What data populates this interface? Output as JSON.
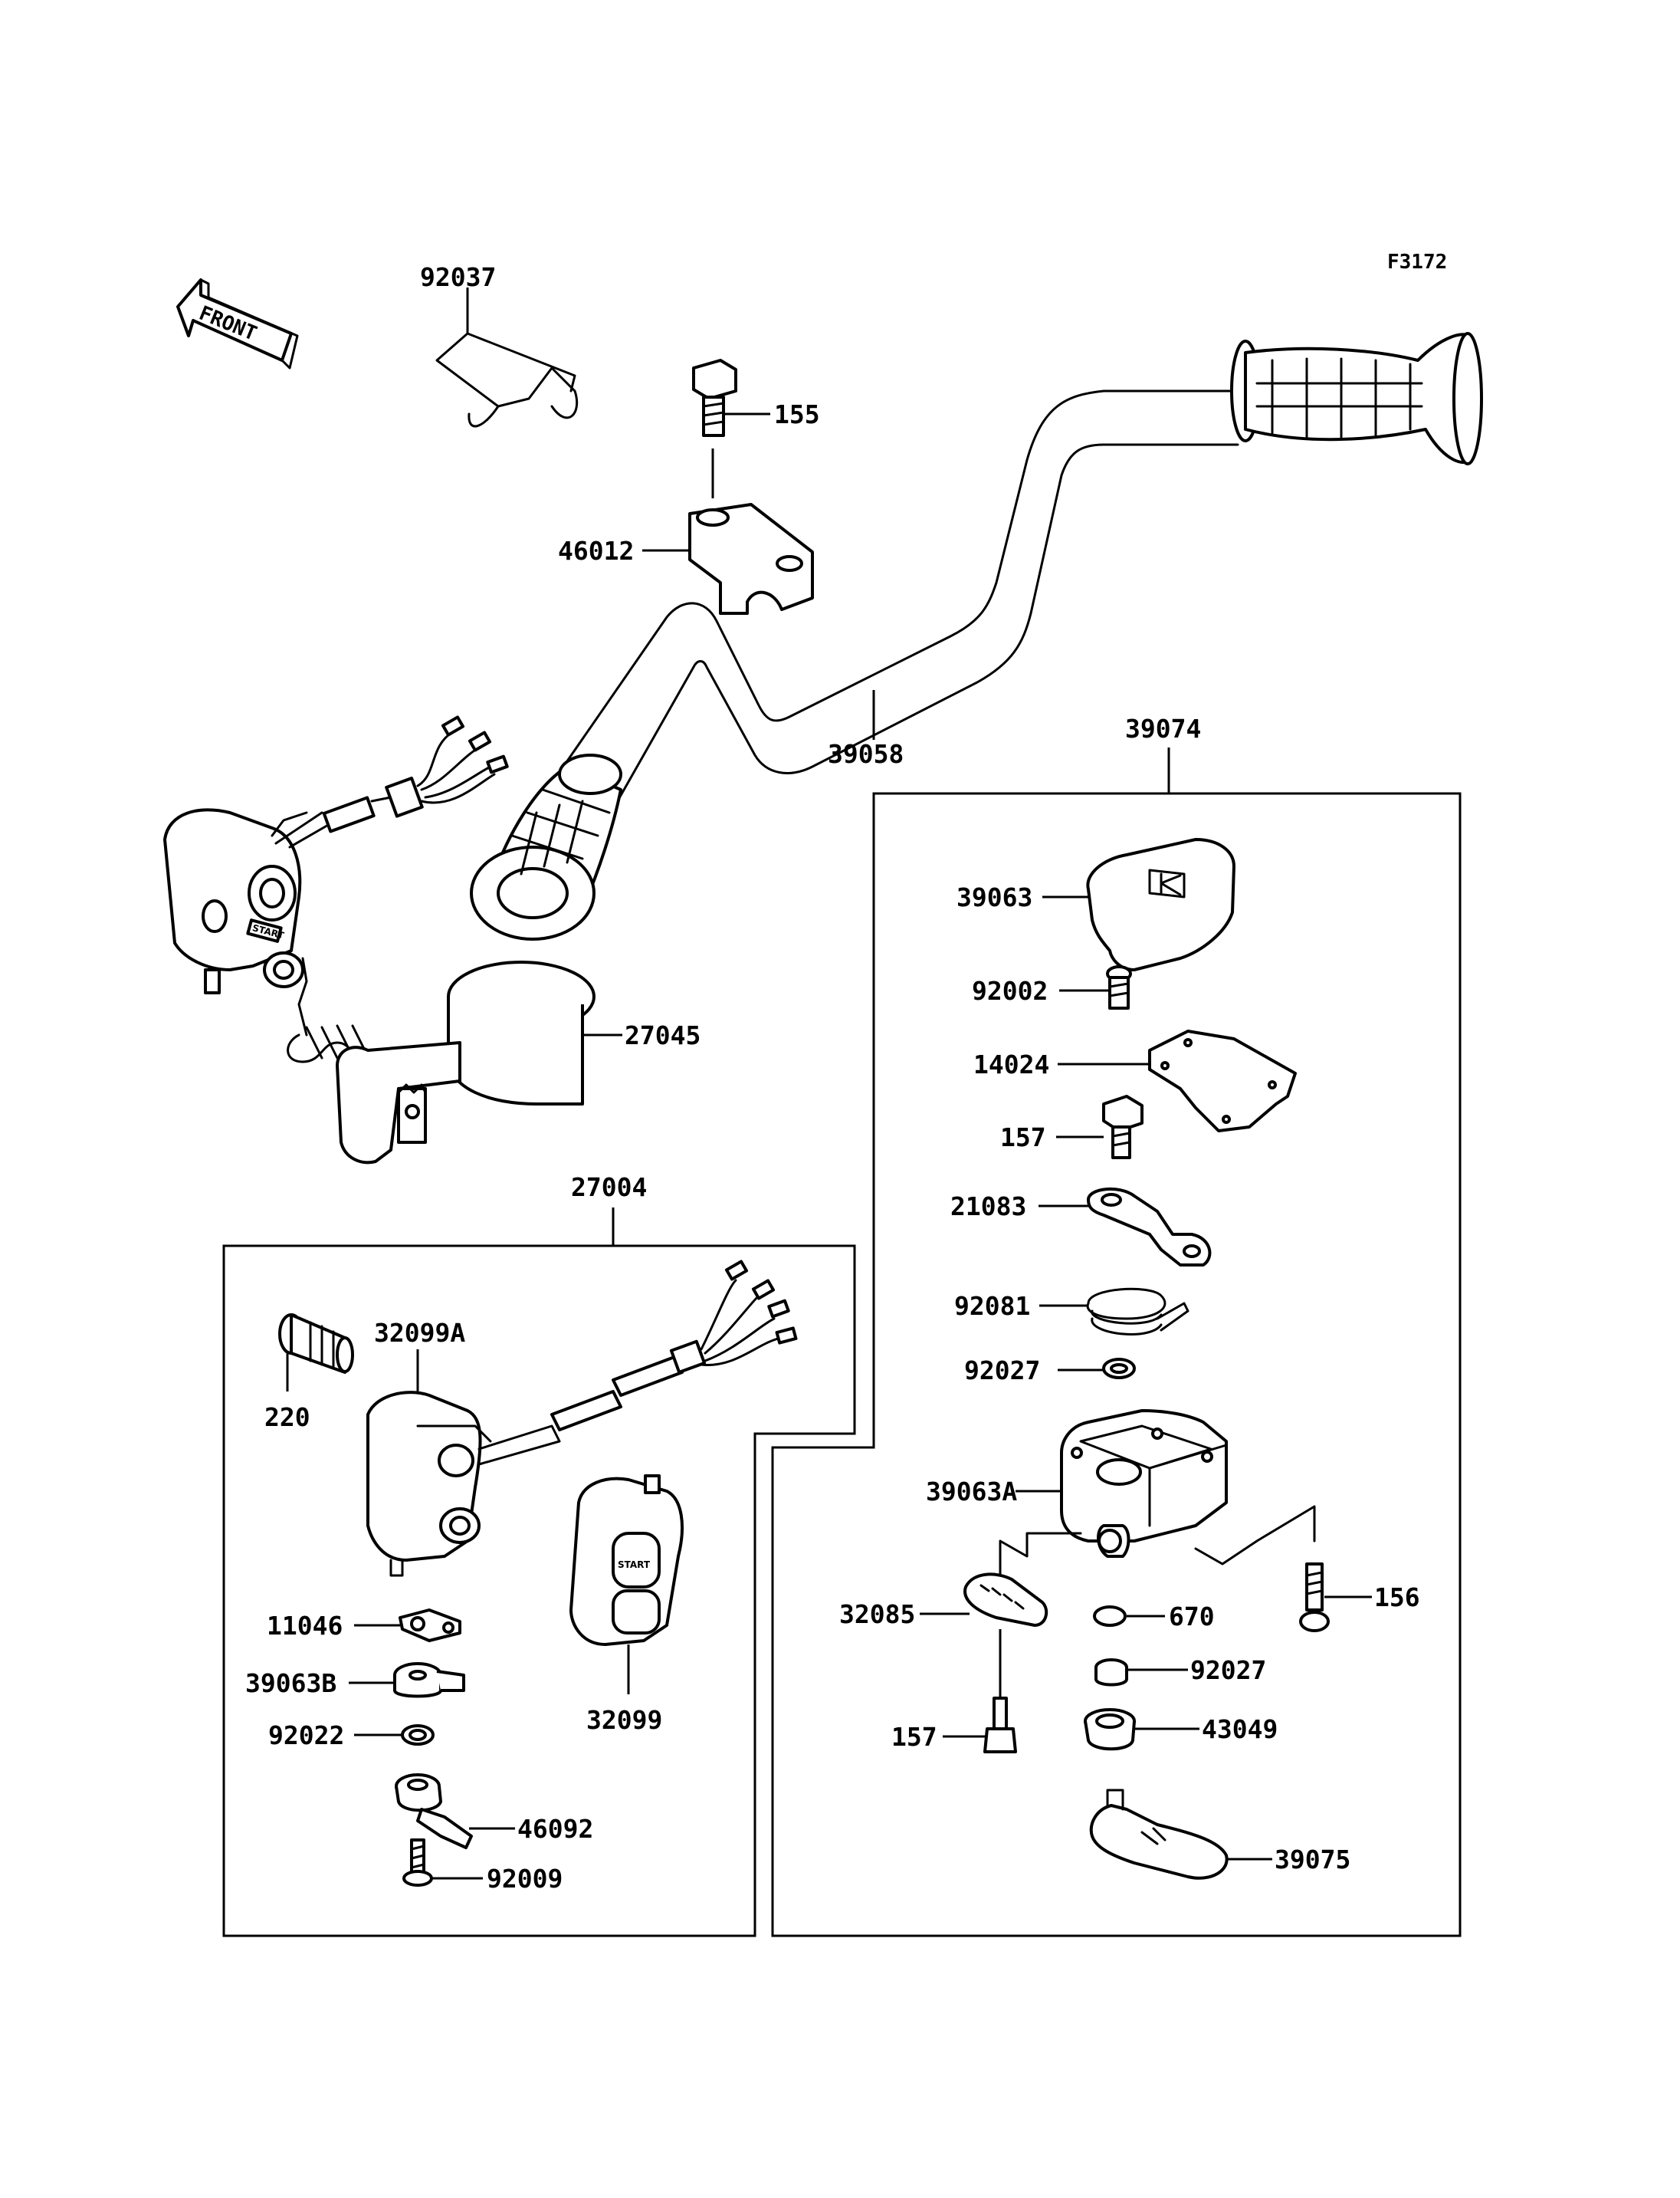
{
  "figure_id": "F3172",
  "front_label": "FRONT",
  "parts": {
    "p92037": "92037",
    "p155": "155",
    "p46012": "46012",
    "p39058": "39058",
    "p27045": "27045",
    "p27004": "27004",
    "p32099A": "32099A",
    "p220": "220",
    "p11046": "11046",
    "p39063B": "39063B",
    "p92022": "92022",
    "p46092": "46092",
    "p92009": "92009",
    "p32099": "32099",
    "p39074": "39074",
    "p39063": "39063",
    "p92002": "92002",
    "p14024": "14024",
    "p157a": "157",
    "p21083": "21083",
    "p92081": "92081",
    "p92027a": "92027",
    "p39063A": "39063A",
    "p32085": "32085",
    "p670": "670",
    "p156": "156",
    "p92027b": "92027",
    "p157b": "157",
    "p43049": "43049",
    "p39075": "39075"
  },
  "decal_text": {
    "start_1": "START",
    "start_2": "START"
  }
}
